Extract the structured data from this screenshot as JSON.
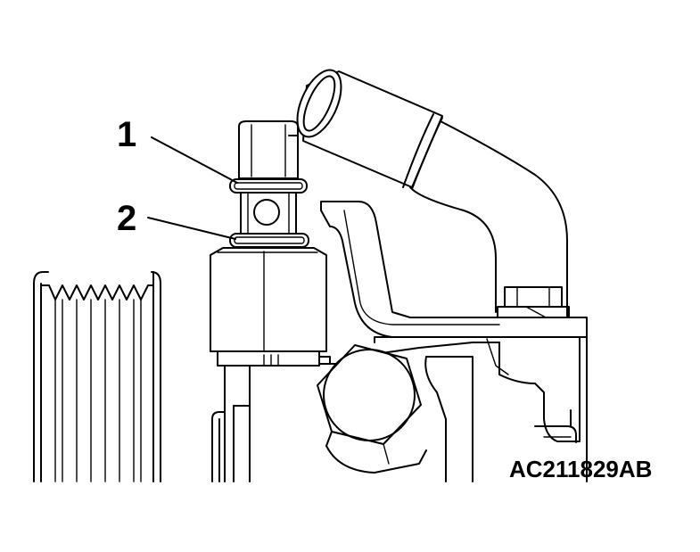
{
  "callouts": [
    {
      "label": "1"
    },
    {
      "label": "2"
    }
  ],
  "figure_code": "AC211829AB",
  "colors": {
    "ink": "#000000",
    "background": "#ffffff"
  }
}
